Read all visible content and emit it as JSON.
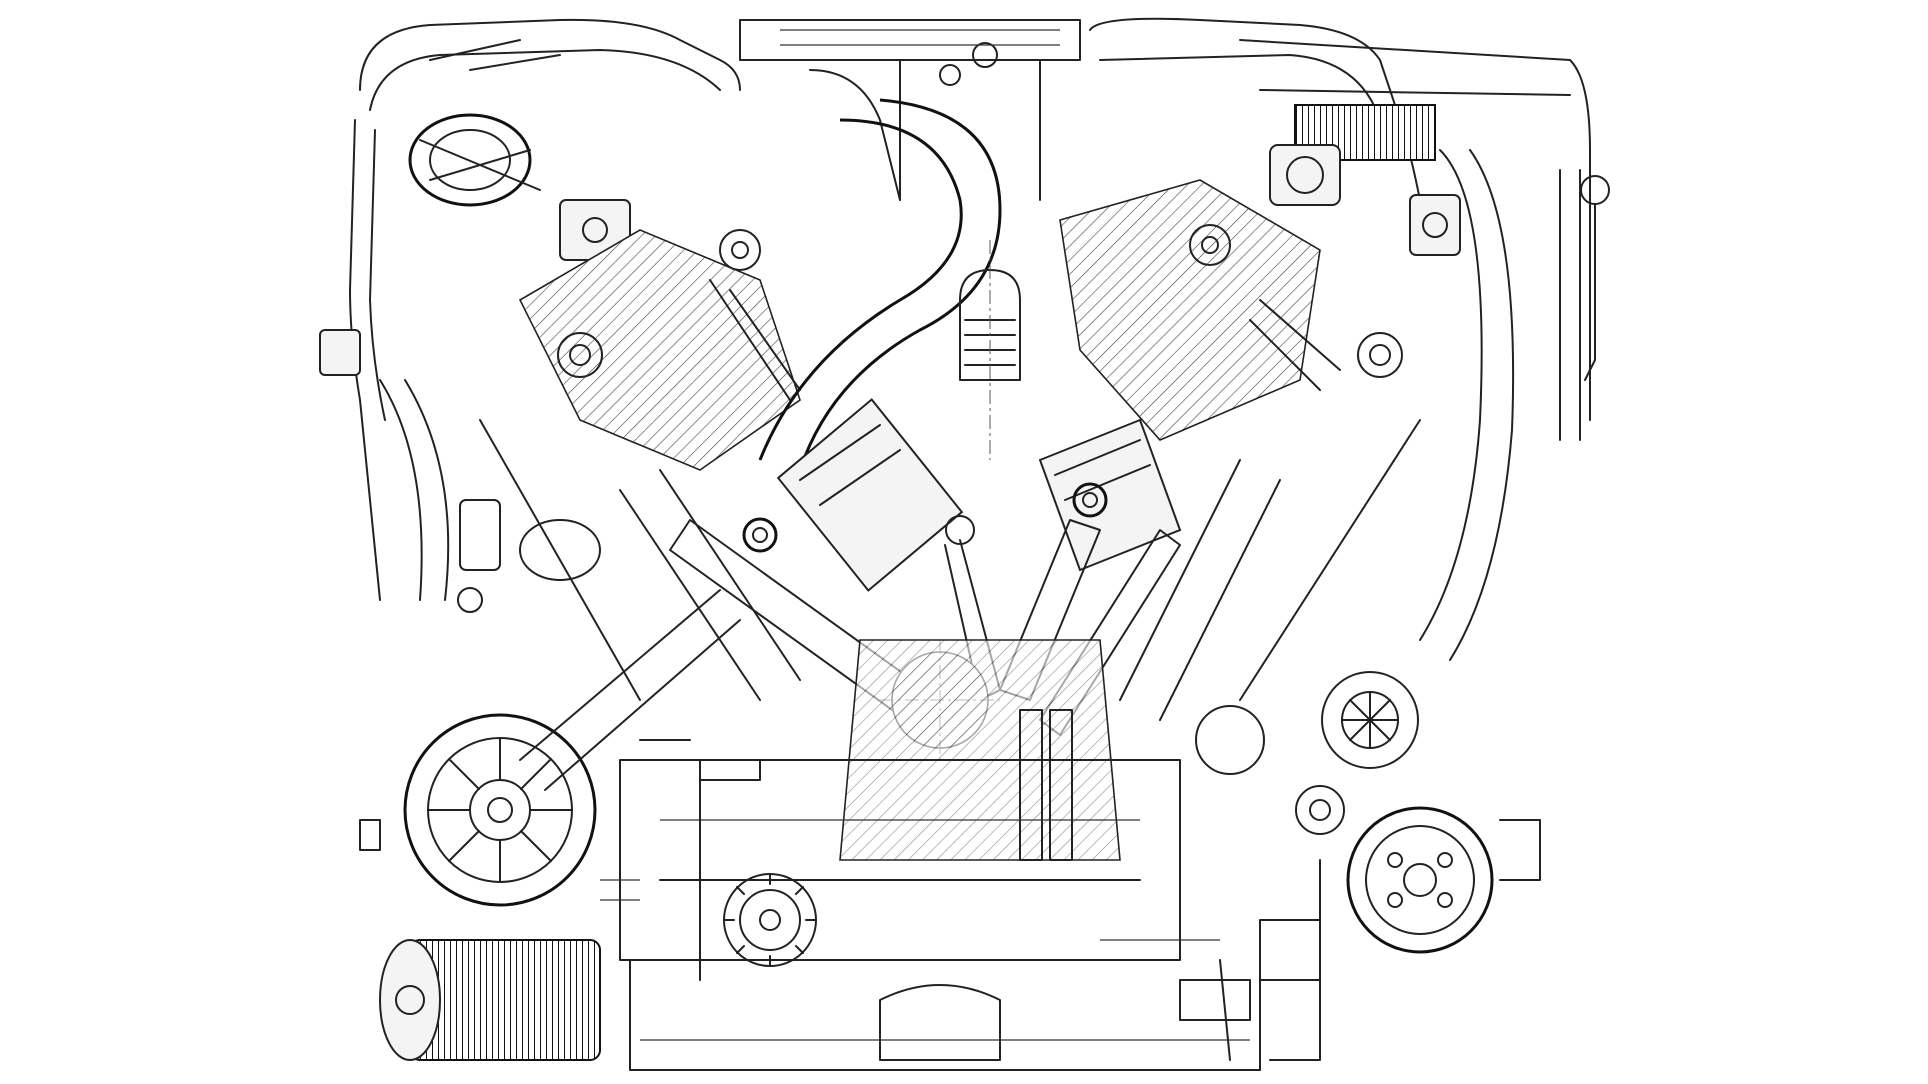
{
  "figure": {
    "subject": "engine-cross-section-line-drawing",
    "style": "black line art on white",
    "colors": {
      "background": "#ffffff",
      "ink": "#222222"
    },
    "components": [
      "left-intake-duct",
      "right-intake-duct",
      "left-turbocharger",
      "right-turbocharger",
      "left-cylinder-head",
      "right-cylinder-head",
      "left-piston",
      "right-piston",
      "left-connecting-rod",
      "right-connecting-rod",
      "crankshaft",
      "alternator",
      "oil-filter",
      "oil-pump-gear",
      "power-steering-pulley",
      "oil-pan",
      "coolant-pump",
      "dipstick",
      "thermostat-spring"
    ]
  }
}
